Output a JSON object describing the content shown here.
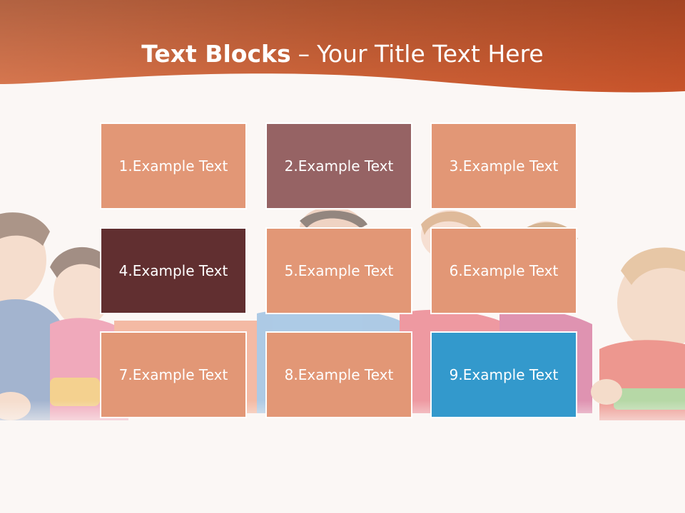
{
  "slide": {
    "title_bold": "Text Blocks",
    "title_separator": "–",
    "title_rest": "Your Title Text Here"
  },
  "blocks": [
    {
      "label": "1.Example Text"
    },
    {
      "label": "2.Example Text"
    },
    {
      "label": "3.Example Text"
    },
    {
      "label": "4.Example Text"
    },
    {
      "label": "5.Example Text"
    },
    {
      "label": "6.Example Text"
    },
    {
      "label": "7.Example Text"
    },
    {
      "label": "8.Example Text"
    },
    {
      "label": "9.Example Text"
    }
  ],
  "colors": {
    "header_orange": "#d9643a",
    "block_light": "#e29776",
    "block_mauve": "#966364",
    "block_dark": "#612f30",
    "block_blue": "#3399cc",
    "background": "#fbf7f5"
  },
  "background_image": "children-lying-on-books-photo"
}
